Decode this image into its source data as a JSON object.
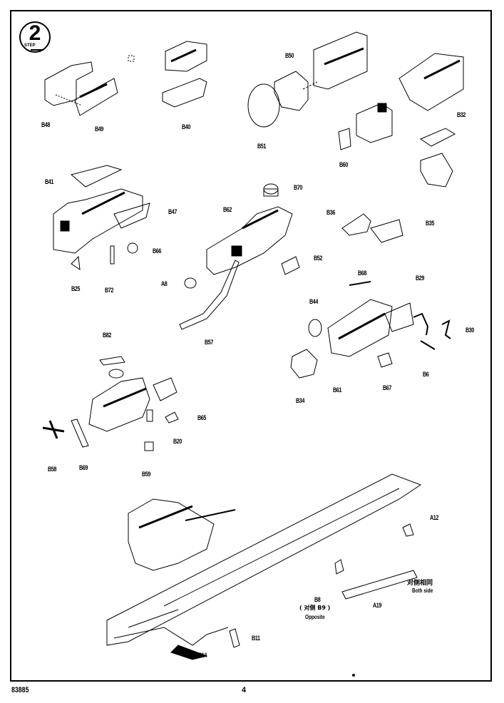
{
  "step": {
    "number": "2",
    "word": "STEP"
  },
  "parts": {
    "B48": "B48",
    "B49": "B49",
    "B40": "B40",
    "B50": "B50",
    "B51": "B51",
    "B60": "B60",
    "B32": "B32",
    "B41": "B41",
    "B47": "B47",
    "B66": "B66",
    "B25": "B25",
    "B72": "B72",
    "A8": "A8",
    "B62": "B62",
    "B70": "B70",
    "B52": "B52",
    "B57": "B57",
    "B36": "B36",
    "B35": "B35",
    "B68": "B68",
    "B29": "B29",
    "B44": "B44",
    "B30": "B30",
    "B6": "B6",
    "B34": "B34",
    "B61": "B61",
    "B67": "B67",
    "B82": "B82",
    "B65": "B65",
    "B20": "B20",
    "B58": "B58",
    "B69": "B69",
    "B59": "B59",
    "A12": "A12",
    "A19": "A19",
    "B8": "B8",
    "B11": "B11",
    "B14": "B14"
  },
  "notes": {
    "both_side_cn": "对侧相同",
    "both_side_en": "Both side",
    "opposite_cn": "( 对侧 B9 )",
    "opposite_en": "Opposite"
  },
  "footer": {
    "kit_code": "83885",
    "page_number": "4"
  }
}
